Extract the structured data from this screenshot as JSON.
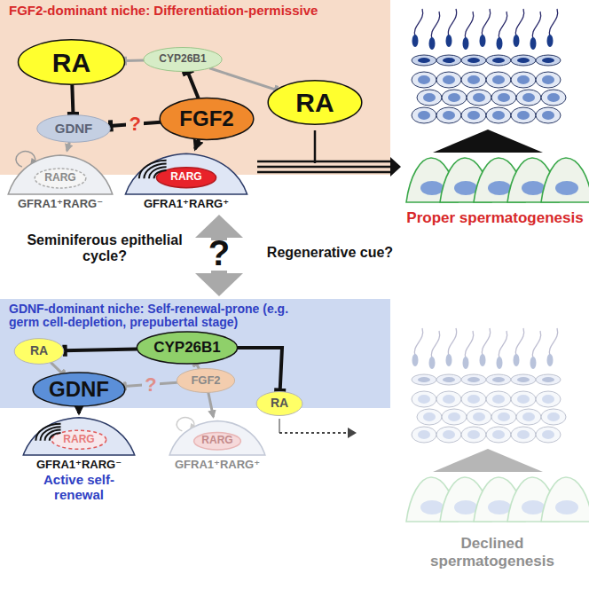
{
  "diagram": {
    "nodes": [
      {
        "text": [
          "FGF2-dominant niche: Differentiation-permissive"
        ]
      },
      {
        "text": [
          "RA"
        ],
        "in": 0
      },
      {
        "text": [
          "CYP26B1"
        ],
        "in": 0
      },
      {
        "text": [
          "GDNF"
        ],
        "in": 0
      },
      {
        "text": [
          "FGF2"
        ],
        "in": 0
      },
      {
        "text": [
          "RA"
        ],
        "in": 0
      },
      {
        "text": [
          "RARG",
          "GFRA1⁺RARG⁻"
        ]
      },
      {
        "text": [
          "RARG",
          "GFRA1⁺RARG⁺"
        ]
      },
      {
        "text": [
          "GDNF-dominant niche: Self-renewal-prone (e.g. germ cell-depletion, prepubertal stage)"
        ]
      },
      {
        "text": [
          "RA"
        ],
        "in": 8
      },
      {
        "text": [
          "CYP26B1"
        ],
        "in": 8
      },
      {
        "text": [
          "GDNF"
        ],
        "in": 8
      },
      {
        "text": [
          "FGF2"
        ],
        "in": 8
      },
      {
        "text": [
          "RA"
        ],
        "in": 8
      },
      {
        "text": [
          "RARG",
          "GFRA1⁺RARG⁻",
          "Active self-renewal"
        ]
      },
      {
        "text": [
          "RARG",
          "GFRA1⁺RARG⁺"
        ]
      }
    ],
    "edges": [
      {
        "from": 2,
        "to": 1,
        "arrow": "to"
      },
      {
        "from": 1,
        "to": 3,
        "arrow": "to"
      },
      {
        "from": 4,
        "to": 2,
        "arrow": "to"
      },
      {
        "from": 2,
        "to": 5,
        "arrow": "to"
      },
      {
        "from": 4,
        "to": 3,
        "label": "?",
        "arrow": "to"
      },
      {
        "from": 3,
        "to": 6,
        "arrow": "to"
      },
      {
        "from": 4,
        "to": 7,
        "arrow": "to"
      },
      {
        "from": 10,
        "to": 9,
        "arrow": "to"
      },
      {
        "from": 9,
        "to": 11,
        "arrow": "to"
      },
      {
        "from": 12,
        "to": 10,
        "arrow": "to"
      },
      {
        "from": 10,
        "to": 13,
        "arrow": "to"
      },
      {
        "from": 12,
        "to": 11,
        "label": "?",
        "arrow": "to"
      },
      {
        "from": 11,
        "to": 14,
        "arrow": "to"
      },
      {
        "from": 12,
        "to": 15,
        "arrow": "to"
      }
    ],
    "labels": [
      "Proper spermatogenesis",
      "Seminiferous epithelial cycle?",
      "?",
      "Regenerative cue?",
      "Declined spermatogenesis"
    ]
  }
}
